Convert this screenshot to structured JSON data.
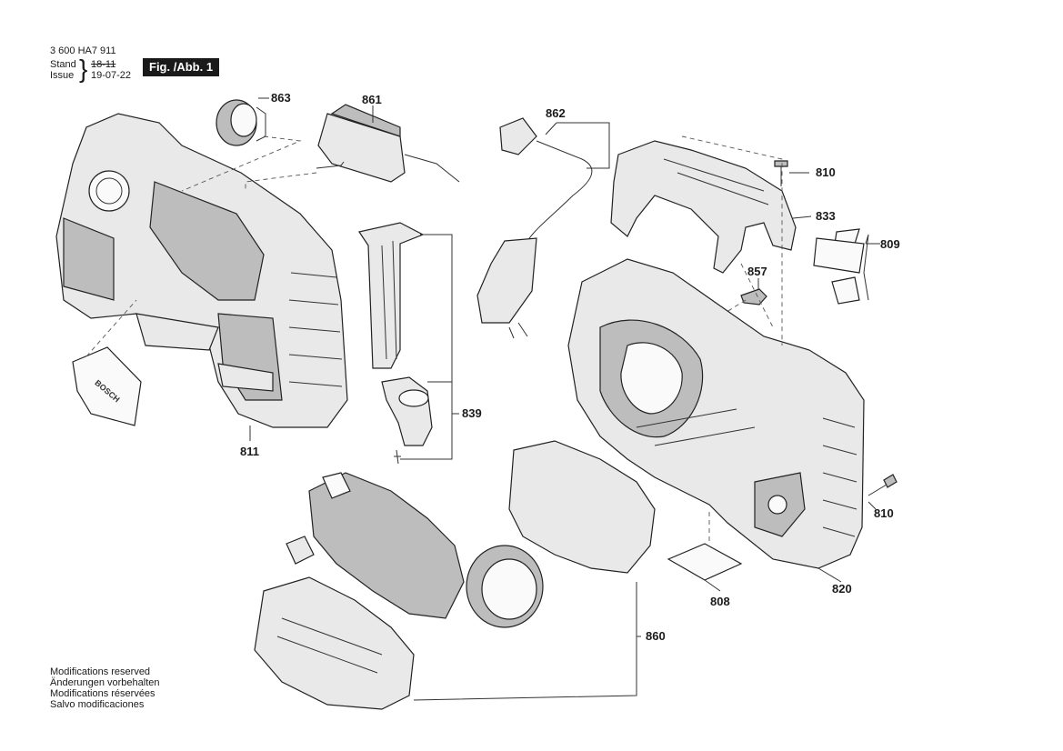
{
  "header": {
    "part_number": "3 600 HA7 911",
    "stand_label": "Stand",
    "issue_label": "Issue",
    "stand_date": "18-11",
    "issue_date": "19-07-22",
    "figure_label": "Fig. /Abb. 1"
  },
  "callouts": {
    "p863": "863",
    "p861": "861",
    "p862": "862",
    "p810a": "810",
    "p833": "833",
    "p809": "809",
    "p857": "857",
    "p839": "839",
    "p811": "811",
    "p810b": "810",
    "p820": "820",
    "p808": "808",
    "p860": "860"
  },
  "logo": {
    "brand": "BOSCH"
  },
  "footer": {
    "line1": "Modifications reserved",
    "line2": "Änderungen vorbehalten",
    "line3": "Modifications réservées",
    "line4": "Salvo modificaciones"
  }
}
